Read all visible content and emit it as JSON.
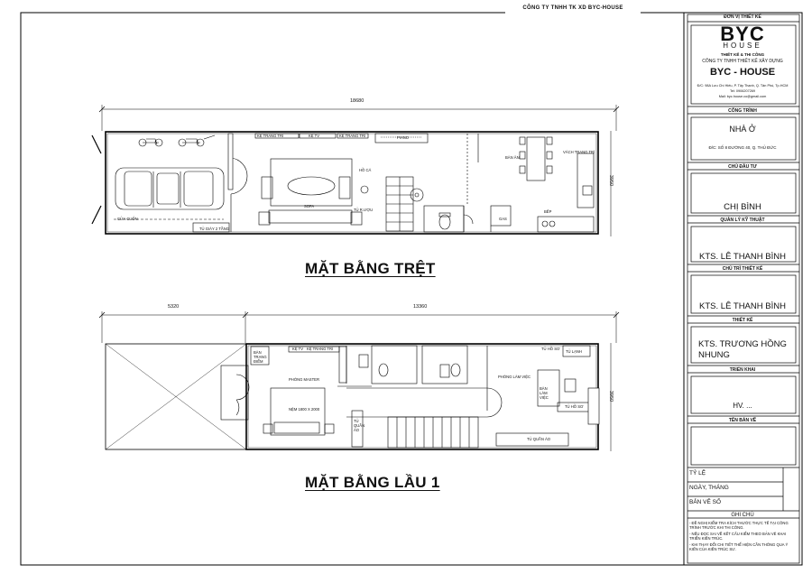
{
  "sheet": {
    "company_top": "CÔNG TY TNHH TK XD BYC-HOUSE",
    "title_ground": "MẶT BẰNG TRỆT",
    "title_floor1": "MẶT BẰNG LẦU 1"
  },
  "ground_plan": {
    "dim_total": "18680",
    "dim_depth": "3950",
    "labels": {
      "cua_cuon": "CỬA CUỐN",
      "tu_giay": "TỦ GIÀY 2 TẦNG",
      "ke_trang_tri_1": "KỆ TRANG TRÍ",
      "ke_tv": "KỆ TV",
      "ke_trang_tri_2": "KỆ TRANG TRÍ",
      "piano": "PIANO",
      "ho_ca": "HỒ CÁ",
      "sofa": "SOFA",
      "tu_ruou": "TỦ R.ƯỢU",
      "ban_an": "BÀN ĂN",
      "vach_trang_tri": "VÁCH TRANG TRÍ",
      "bep": "BẾP",
      "gas": "GAS"
    }
  },
  "floor1_plan": {
    "dim_left": "5320",
    "dim_right": "13360",
    "dim_depth": "3950",
    "labels": {
      "ban_trang_diem": "BÀN TRANG ĐIỂM",
      "ke_tv": "KỆ TV",
      "ke_trang_tri": "KỆ TRANG TRÍ",
      "phong_master": "PHÒNG MASTER",
      "nem": "NỆM 1800 X 2000",
      "tu_quan_ao_1": "TỦ QUẦN ÁO",
      "tu_ho_so_1": "TỦ HỒ SƠ",
      "tu_lanh": "TỦ LẠNH",
      "phong_lam_viec": "PHÒNG LÀM VIỆC",
      "ban_lam_viec": "BÀN LÀM VIỆC",
      "tu_ho_so_2": "TỦ HỒ SƠ",
      "tu_quan_ao_2": "TỦ QUẦN ÁO"
    }
  },
  "title_block": {
    "don_vi_header": "ĐƠN VỊ THIẾT KẾ",
    "logo_main": "BYC",
    "logo_sub": "HOUSE",
    "logo_tag": "THIẾT KẾ & THI CÔNG",
    "company_full": "CÔNG TY TNHH THIẾT KẾ XÂY DỰNG",
    "brand": "BYC - HOUSE",
    "address": "Đ/C: 98A Lưu Chí Hiếu, P. Tây Thạnh, Q. Tân Phú, Tp.HCM",
    "phone": "Tel: 0906207269",
    "email": "Mail: byc.house.co@gmail.com",
    "cong_trinh_header": "CÔNG TRÌNH",
    "cong_trinh_value": "NHÀ Ở",
    "cong_trinh_address": "Đ/C: SỐ 8 ĐƯỜNG 40, Q. THỦ ĐỨC",
    "chu_dau_tu_header": "CHỦ ĐẦU TƯ",
    "chu_dau_tu_value": "CHỊ BÌNH",
    "quan_ly_header": "QUẢN LÝ KỸ THUẬT",
    "quan_ly_value": "KTS. LÊ THANH BÌNH",
    "chu_tri_header": "CHỦ TRÌ THIẾT KẾ",
    "chu_tri_value": "KTS. LÊ THANH BÌNH",
    "thiet_ke_header": "THIẾT KẾ",
    "thiet_ke_value": "KTS. TRƯƠNG HỒNG NHUNG",
    "trien_khai_header": "TRIỂN KHAI",
    "trien_khai_value": "HV. ...",
    "ten_ban_ve_header": "TÊN BẢN VẼ",
    "ty_le": "TỶ LỆ",
    "ngay_thang": "NGÀY, THÁNG",
    "ban_ve_so": "BẢN VẼ SỐ",
    "ghi_chu_header": "GHI CHÚ",
    "notes": [
      "- ĐỀ NGHỊ KIỂM TRA KÍCH THƯỚC THỰC TẾ TẠI CÔNG TRÌNH TRƯỚC KHI THI CÔNG.",
      "- NẾU ĐỌC SAI VỀ KẾT CẤU KIỂM THEO BẢN VẼ KHAI TRIỂN KIẾN TRÚC.",
      "- KHI THAY ĐỔI CHI TIẾT THỂ HIỆN CẦN THÔNG QUA Ý KIẾN CỦA KIẾN TRÚC SƯ."
    ]
  }
}
